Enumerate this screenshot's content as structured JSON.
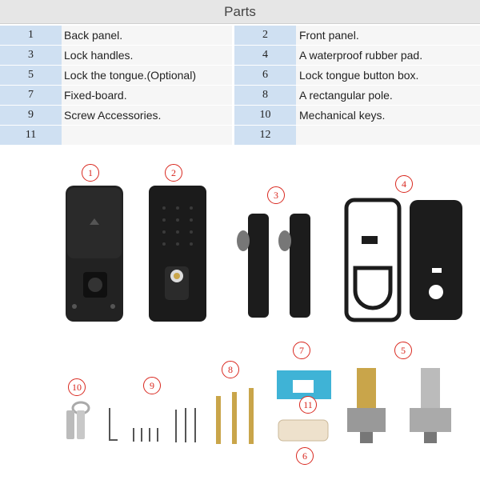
{
  "title": "Parts",
  "rows": [
    {
      "n1": "1",
      "d1": "Back panel.",
      "n2": "2",
      "d2": "Front panel."
    },
    {
      "n1": "3",
      "d1": "Lock handles.",
      "n2": "4",
      "d2": "A waterproof rubber pad."
    },
    {
      "n1": "5",
      "d1": "Lock the tongue.(Optional)",
      "n2": "6",
      "d2": "Lock tongue button box."
    },
    {
      "n1": "7",
      "d1": "Fixed-board.",
      "n2": "8",
      "d2": "A rectangular pole."
    },
    {
      "n1": "9",
      "d1": "Screw Accessories.",
      "n2": "10",
      "d2": "Mechanical keys."
    },
    {
      "n1": "11",
      "d1": "",
      "n2": "12",
      "d2": ""
    }
  ],
  "photo_labels": {
    "l1": "1",
    "l2": "2",
    "l3": "3",
    "l4": "4",
    "l5": "5",
    "l6": "6",
    "l7": "7",
    "l8": "8",
    "l9": "9",
    "l10": "10",
    "l11": "11"
  },
  "colors": {
    "header_bg": "#e6e6e6",
    "num_bg": "#cfe0f2",
    "label_red": "#d9281f",
    "device": "#1c1c1c",
    "brass": "#c9a54a",
    "pad": "#3fb3d6"
  }
}
